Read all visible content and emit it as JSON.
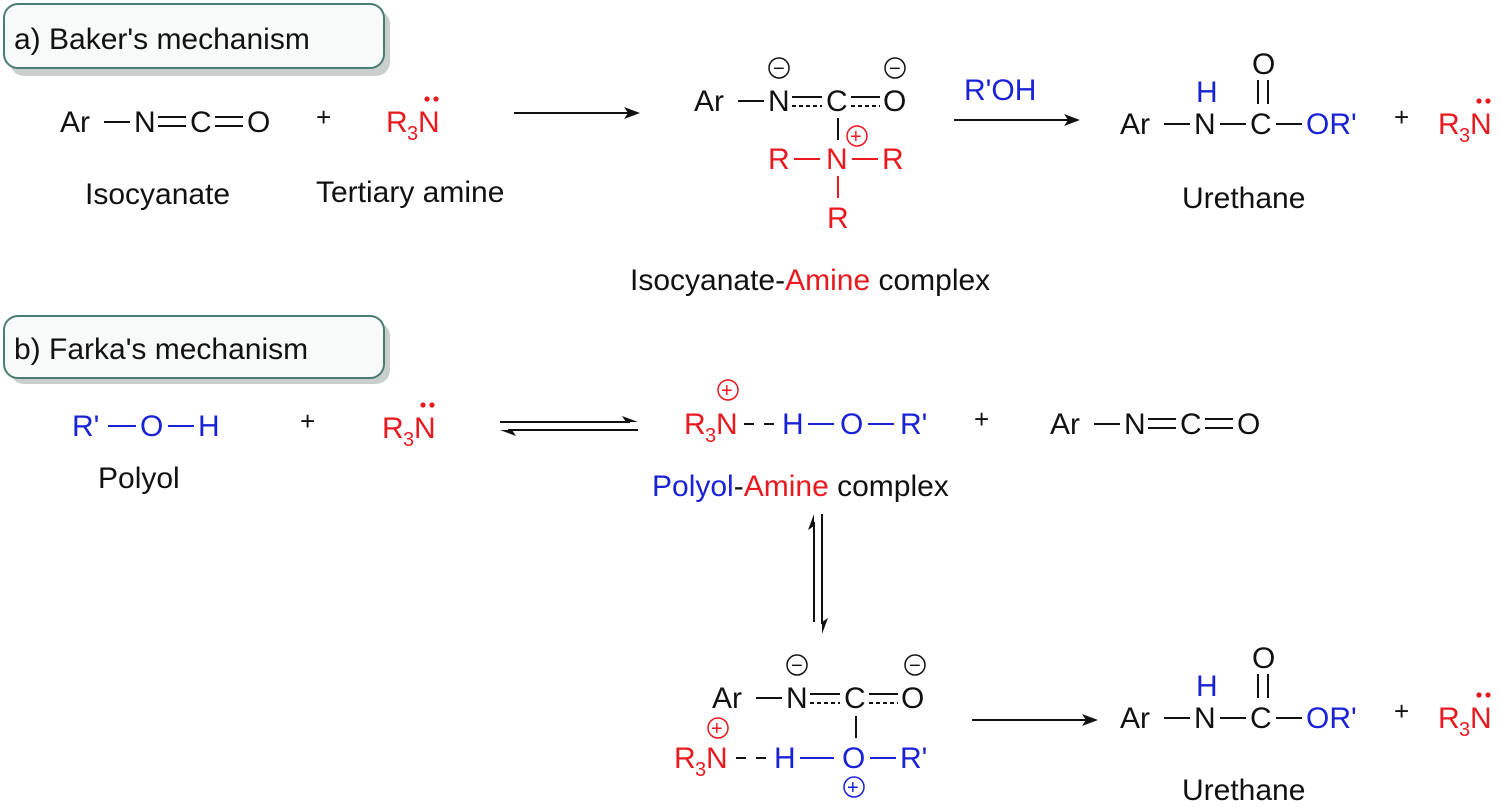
{
  "panel_a": {
    "title": "a) Baker's mechanism",
    "isocyanate": {
      "ar": "Ar",
      "n": "N",
      "c": "C",
      "o": "O",
      "label": "Isocyanate"
    },
    "plus1": "+",
    "amine": {
      "r": "R",
      "sub": "3",
      "n": "N",
      "label": "Tertiary amine"
    },
    "complex": {
      "ar": "Ar",
      "n": "N",
      "c": "C",
      "o": "O",
      "nplus": "N",
      "r": "R",
      "label_part1": "Isocyanate-",
      "label_part2": "Amine",
      "label_part3": " complex"
    },
    "reagent": "R'OH",
    "urethane": {
      "ar": "Ar",
      "h": "H",
      "n": "N",
      "c": "C",
      "o": "O",
      "or": "OR'",
      "label": "Urethane"
    },
    "plus2": "+",
    "amine2": {
      "r": "R",
      "sub": "3",
      "n": "N"
    }
  },
  "panel_b": {
    "title": "b) Farka's mechanism",
    "polyol": {
      "r": "R'",
      "o": "O",
      "h": "H",
      "label": "Polyol"
    },
    "plus1": "+",
    "amine": {
      "r": "R",
      "sub": "3",
      "n": "N"
    },
    "complex": {
      "r": "R",
      "sub": "3",
      "n": "N",
      "h": "H",
      "o": "O",
      "rp": "R'",
      "label_part1": "Polyol",
      "label_part2": "-",
      "label_part3": "Amine",
      "label_part4": " complex"
    },
    "plus2": "+",
    "isocyanate": {
      "ar": "Ar",
      "n": "N",
      "c": "C",
      "o": "O"
    },
    "intermediate": {
      "ar": "Ar",
      "n": "N",
      "c": "C",
      "o": "O",
      "r": "R",
      "sub": "3",
      "nplus": "N",
      "h": "H",
      "o2": "O",
      "rp": "R'"
    },
    "urethane": {
      "ar": "Ar",
      "h": "H",
      "n": "N",
      "c": "C",
      "o": "O",
      "or": "OR'",
      "label": "Urethane"
    },
    "plus3": "+",
    "amine2": {
      "r": "R",
      "sub": "3",
      "n": "N"
    }
  },
  "charges": {
    "minus": "−",
    "plus": "+"
  },
  "colors": {
    "black": "#111111",
    "red": "#e8191f",
    "blue": "#1a22d6",
    "box_border": "#4a7d72"
  }
}
